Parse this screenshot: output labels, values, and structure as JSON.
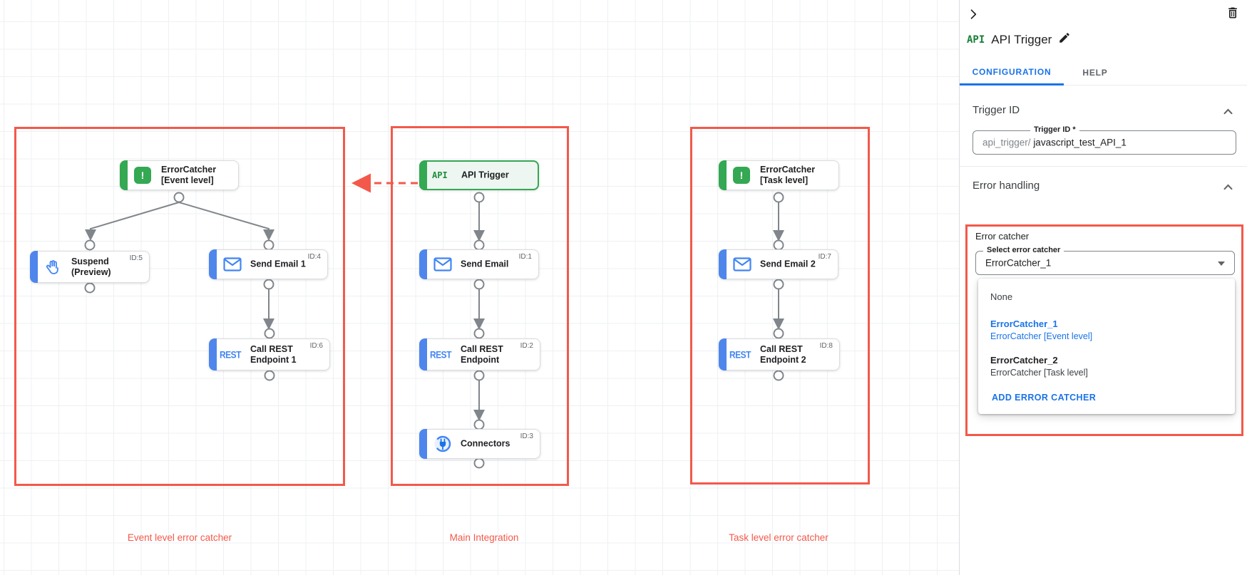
{
  "canvas": {
    "groups": [
      {
        "label": "Event level error catcher"
      },
      {
        "label": "Main Integration"
      },
      {
        "label": "Task level error catcher"
      }
    ],
    "nodes": [
      {
        "label": "ErrorCatcher\n[Event level]",
        "id": ""
      },
      {
        "label": "Suspend\n(Preview)",
        "id": "ID:5"
      },
      {
        "label": "Send Email 1",
        "id": "ID:4"
      },
      {
        "label": "Call REST\nEndpoint 1",
        "id": "ID:6"
      },
      {
        "label": "API Trigger",
        "id": ""
      },
      {
        "label": "Send Email",
        "id": "ID:1"
      },
      {
        "label": "Call REST\nEndpoint",
        "id": "ID:2"
      },
      {
        "label": "Connectors",
        "id": "ID:3"
      },
      {
        "label": "ErrorCatcher\n[Task level]",
        "id": ""
      },
      {
        "label": "Send Email 2",
        "id": "ID:7"
      },
      {
        "label": "Call REST\nEndpoint 2",
        "id": "ID:8"
      }
    ],
    "icon_texts": {
      "rest": "REST",
      "api": "API",
      "error_mark": "!"
    }
  },
  "panel": {
    "logo_text": "API",
    "title": "API Trigger",
    "tabs": [
      {
        "label": "CONFIGURATION"
      },
      {
        "label": "HELP"
      }
    ],
    "sections": {
      "trigger_id": "Trigger ID",
      "error_handling": "Error handling"
    },
    "trigger_field": {
      "label": "Trigger ID *",
      "prefix": "api_trigger/",
      "value": "javascript_test_API_1"
    },
    "error_catcher": {
      "label": "Error catcher",
      "select_label": "Select error catcher",
      "selected_value": "ErrorCatcher_1",
      "options": [
        {
          "name": "None",
          "sub": ""
        },
        {
          "name": "ErrorCatcher_1",
          "sub": "ErrorCatcher [Event level]"
        },
        {
          "name": "ErrorCatcher_2",
          "sub": "ErrorCatcher [Task level]"
        }
      ],
      "add_button": "ADD ERROR CATCHER"
    }
  },
  "colors": {
    "group_red": "#f3594a",
    "node_green": "#34a853",
    "node_blue": "#4285f4",
    "link_blue": "#1a73e8",
    "error_dot_red": "#ea4335",
    "edge_gray": "#80868b"
  }
}
